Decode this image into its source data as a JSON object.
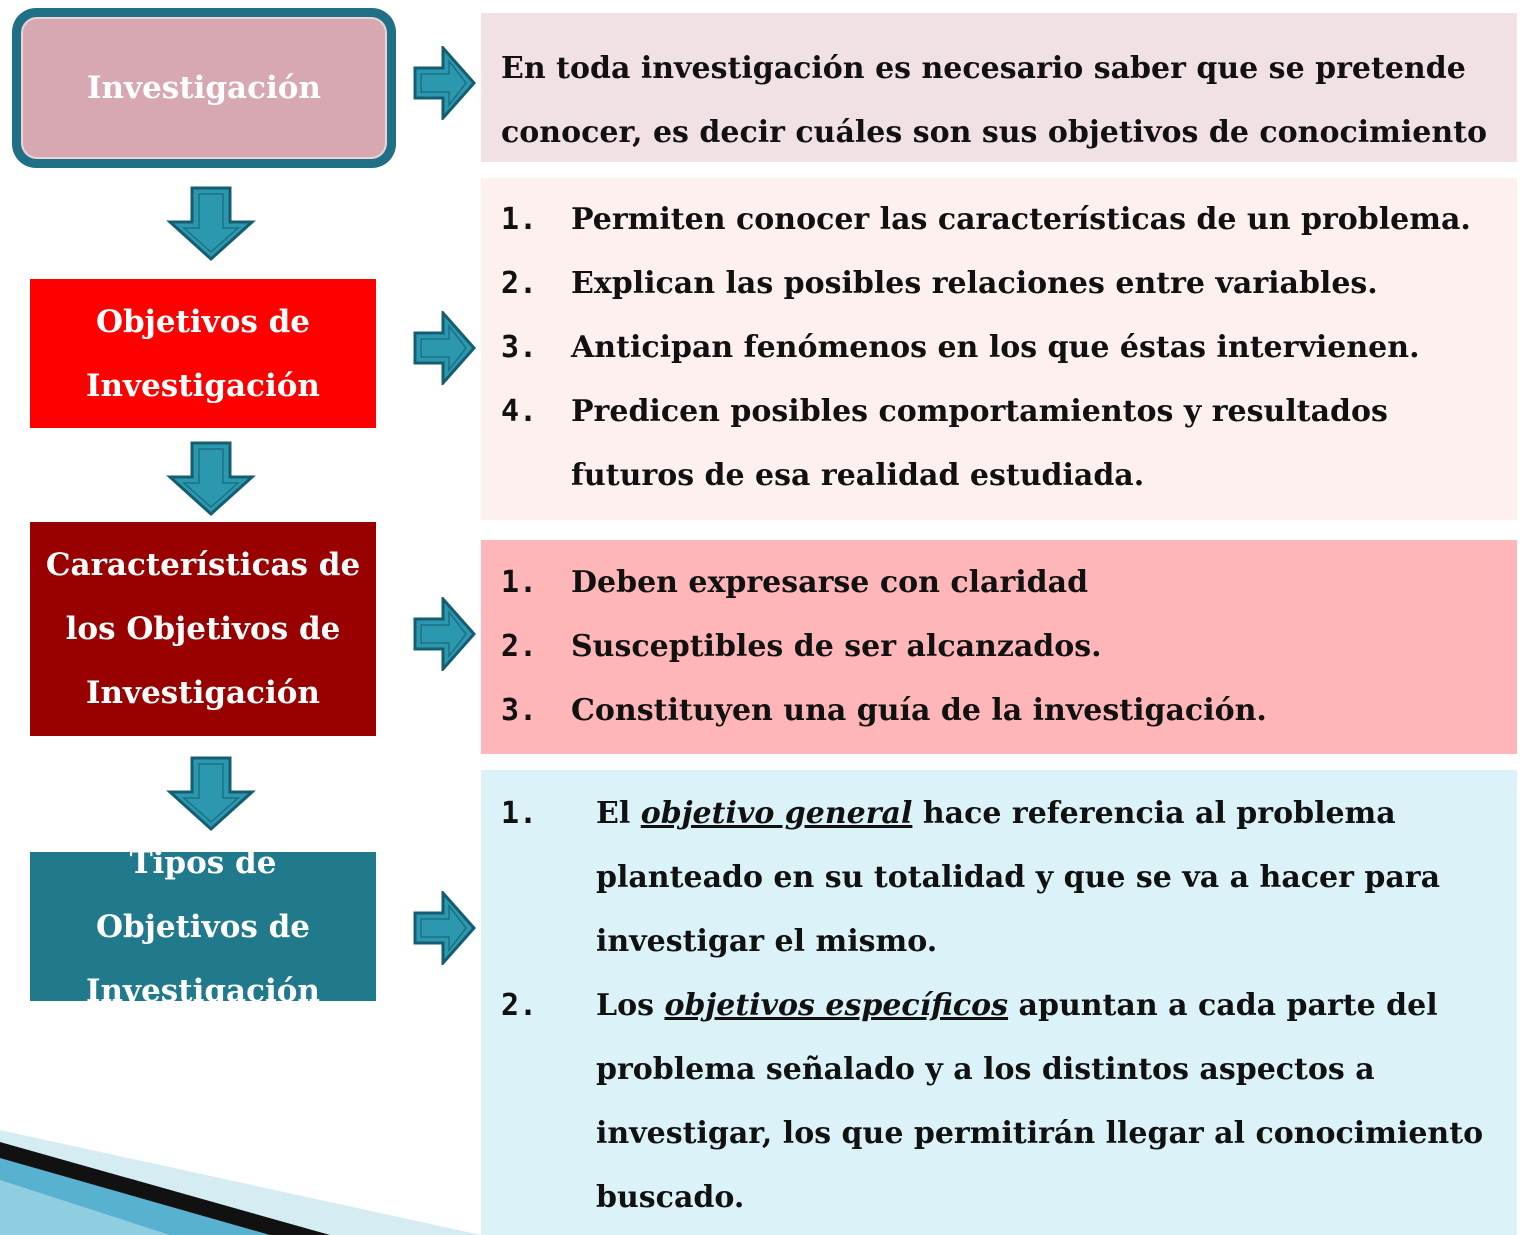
{
  "left_boxes": {
    "investigacion": "Investigación",
    "objetivos": "Objetivos  de Investigación",
    "caracteristicas": "Características de los Objetivos  de Investigación",
    "tipos": "Tipos de Objetivos de Investigación"
  },
  "right_panels": {
    "intro": "En toda investigación es necesario saber que se pretende conocer, es decir cuáles son sus objetivos de conocimiento",
    "funciones": [
      {
        "num": "1.",
        "text": "Permiten conocer las características de un problema."
      },
      {
        "num": "2.",
        "text": "Explican las posibles relaciones entre variables."
      },
      {
        "num": "3.",
        "text": "Anticipan fenómenos en los que éstas intervienen."
      },
      {
        "num": "4.",
        "text": "Predicen posibles comportamientos y resultados futuros de esa realidad estudiada."
      }
    ],
    "caracteristicas": [
      {
        "num": "1.",
        "text": "Deben expresarse con claridad"
      },
      {
        "num": "2.",
        "text": "Susceptibles de ser alcanzados."
      },
      {
        "num": "3.",
        "text": "Constituyen una guía de la investigación."
      }
    ],
    "tipos": [
      {
        "num": "1.",
        "pre": "El ",
        "em": "objetivo general",
        "post": " hace referencia al problema planteado en su totalidad y que se va a hacer para investigar el mismo."
      },
      {
        "num": "2.",
        "pre": "Los ",
        "em": "objetivos específicos",
        "post": " apuntan a cada parte del problema señalado y a los distintos aspectos a investigar, los que permitirán llegar al conocimiento buscado."
      }
    ]
  },
  "colors": {
    "teal": "#217a8c",
    "red": "#ff0000",
    "dark_red": "#990000",
    "pink": "#d7a8b2",
    "arrow_fill": "#2c98b0",
    "arrow_stroke": "#155e70"
  }
}
